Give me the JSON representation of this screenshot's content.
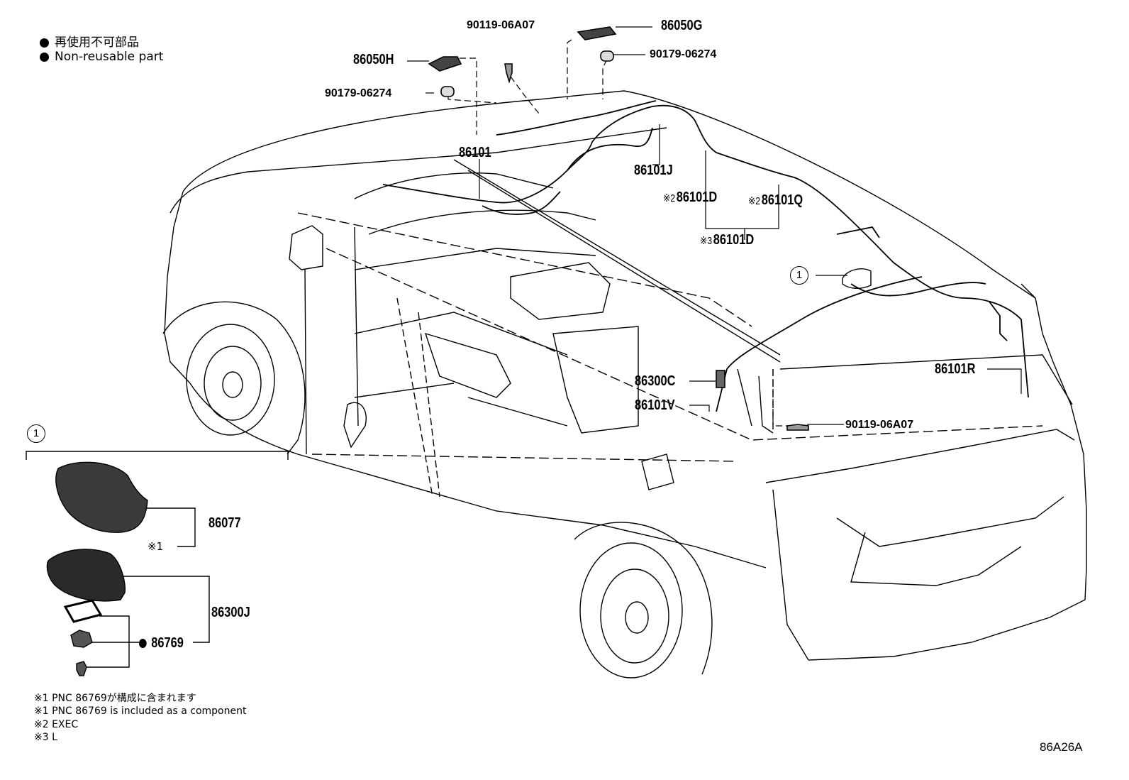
{
  "legend": {
    "items": [
      {
        "text": "再使用不可部品"
      },
      {
        "text": "Non-reusable part"
      }
    ]
  },
  "labels": {
    "p86050H": "86050H",
    "p90119a": "90119-06A07",
    "p86050G": "86050G",
    "p90179a": "90179-06274",
    "p90179b": "90179-06274",
    "p86101": "86101",
    "p86101J": "86101J",
    "p86101D_a": "86101D",
    "p86101Q": "86101Q",
    "p86101D_b": "86101D",
    "p86101R": "86101R",
    "p86300C": "86300C",
    "p86101V": "86101V",
    "p90119b": "90119-06A07",
    "p86077": "86077",
    "p86300J": "86300J",
    "p86769": "86769"
  },
  "marks": {
    "m2a": "※2",
    "m2b": "※2",
    "m3": "※3",
    "m1": "※1"
  },
  "callout": {
    "number": "1"
  },
  "notes": [
    "※1 PNC 86769が構成に含まれます",
    "※1 PNC 86769 is included as a component",
    "※2 EXEC",
    "※3 L"
  ],
  "diagram_code": "86A26A"
}
